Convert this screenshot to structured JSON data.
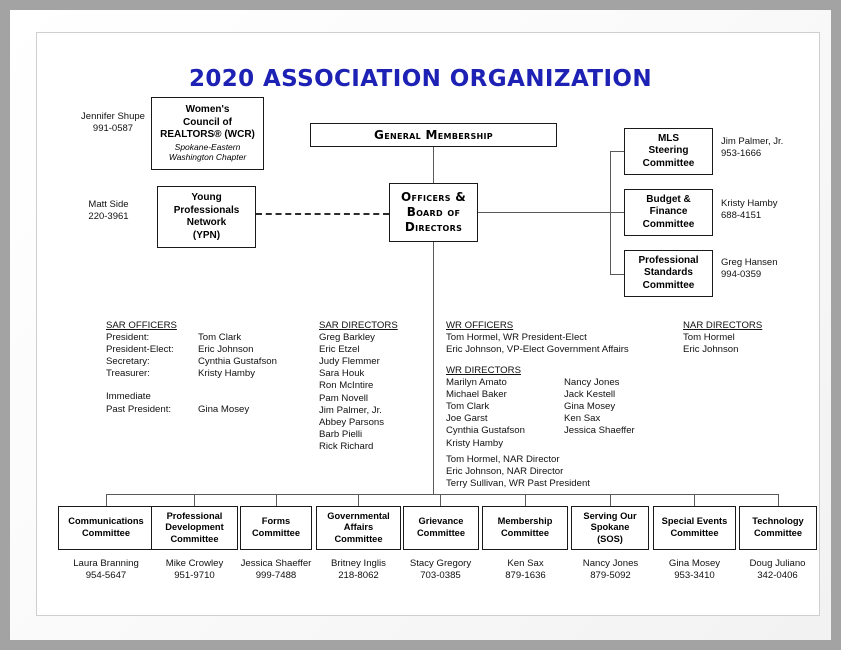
{
  "document": {
    "title": "2020 ASSOCIATION ORGANIZATION",
    "title_color": "#1d21b4"
  },
  "top_affiliates": [
    {
      "contact_name": "Jennifer Shupe",
      "contact_phone": "991-0587",
      "box_line1": "Women's",
      "box_line2": "Council of",
      "box_line3": "REALTORS® (WCR)",
      "box_sub1": "Spokane-Eastern",
      "box_sub2": "Washington Chapter"
    },
    {
      "contact_name": "Matt Side",
      "contact_phone": "220-3961",
      "box_line1": "Young",
      "box_line2": "Professionals",
      "box_line3": "Network",
      "box_line4": "(YPN)"
    }
  ],
  "center": {
    "general_membership": "General Membership",
    "officers_board_line1": "Officers &",
    "officers_board_line2": "Board of",
    "officers_board_line3": "Directors"
  },
  "right_committees": [
    {
      "line1": "MLS",
      "line2": "Steering",
      "line3": "Committee",
      "contact_name": "Jim Palmer, Jr.",
      "contact_phone": "953-1666"
    },
    {
      "line1": "Budget &",
      "line2": "Finance",
      "line3": "Committee",
      "contact_name": "Kristy Hamby",
      "contact_phone": "688-4151"
    },
    {
      "line1": "Professional",
      "line2": "Standards",
      "line3": "Committee",
      "contact_name": "Greg Hansen",
      "contact_phone": "994-0359"
    }
  ],
  "rosters": {
    "sar_officers": {
      "heading": "SAR OFFICERS",
      "rows": [
        {
          "role": "President:",
          "person": "Tom Clark"
        },
        {
          "role": "President-Elect:",
          "person": "Eric Johnson"
        },
        {
          "role": "Secretary:",
          "person": "Cynthia Gustafson"
        },
        {
          "role": "Treasurer:",
          "person": "Kristy Hamby"
        }
      ],
      "past_label_line1": "Immediate",
      "past_label_line2": "Past President:",
      "past_person": "Gina Mosey"
    },
    "sar_directors": {
      "heading": "SAR DIRECTORS",
      "names": [
        "Greg Barkley",
        "Eric Etzel",
        "Judy Flemmer",
        "Sara Houk",
        "Ron McIntire",
        "Pam Novell",
        "Jim Palmer, Jr.",
        "Abbey Parsons",
        "Barb Pielli",
        "Rick Richard"
      ]
    },
    "wr_officers": {
      "heading": "WR OFFICERS",
      "lines": [
        "Tom Hormel, WR President-Elect",
        "Eric Johnson, VP-Elect Government Affairs"
      ]
    },
    "wr_directors": {
      "heading": "WR DIRECTORS",
      "col1": [
        "Marilyn Amato",
        "Michael Baker",
        "Tom Clark",
        "Joe Garst",
        "Cynthia Gustafson",
        "Kristy Hamby"
      ],
      "col2": [
        "Nancy Jones",
        "Jack Kestell",
        "Gina Mosey",
        "Ken Sax",
        "Jessica Shaeffer"
      ],
      "footer_lines": [
        "Tom Hormel, NAR Director",
        "Eric Johnson, NAR Director",
        "Terry Sullivan, WR Past President"
      ]
    },
    "nar_directors": {
      "heading": "NAR DIRECTORS",
      "names": [
        "Tom Hormel",
        "Eric Johnson"
      ]
    }
  },
  "bottom_committees": [
    {
      "line1": "Communications",
      "line2": "Committee",
      "line3": "",
      "contact_name": "Laura Branning",
      "contact_phone": "954-5647"
    },
    {
      "line1": "Professional",
      "line2": "Development",
      "line3": "Committee",
      "contact_name": "Mike Crowley",
      "contact_phone": "951-9710"
    },
    {
      "line1": "Forms",
      "line2": "Committee",
      "line3": "",
      "contact_name": "Jessica Shaeffer",
      "contact_phone": "999-7488"
    },
    {
      "line1": "Governmental",
      "line2": "Affairs",
      "line3": "Committee",
      "contact_name": "Britney Inglis",
      "contact_phone": "218-8062"
    },
    {
      "line1": "Grievance",
      "line2": "Committee",
      "line3": "",
      "contact_name": "Stacy Gregory",
      "contact_phone": "703-0385"
    },
    {
      "line1": "Membership",
      "line2": "Committee",
      "line3": "",
      "contact_name": "Ken Sax",
      "contact_phone": "879-1636"
    },
    {
      "line1": "Serving Our",
      "line2": "Spokane",
      "line3": "(SOS)",
      "contact_name": "Nancy Jones",
      "contact_phone": "879-5092"
    },
    {
      "line1": "Special Events",
      "line2": "Committee",
      "line3": "",
      "contact_name": "Gina Mosey",
      "contact_phone": "953-3410"
    },
    {
      "line1": "Technology",
      "line2": "Committee",
      "line3": "",
      "contact_name": "Doug Juliano",
      "contact_phone": "342-0406"
    }
  ]
}
